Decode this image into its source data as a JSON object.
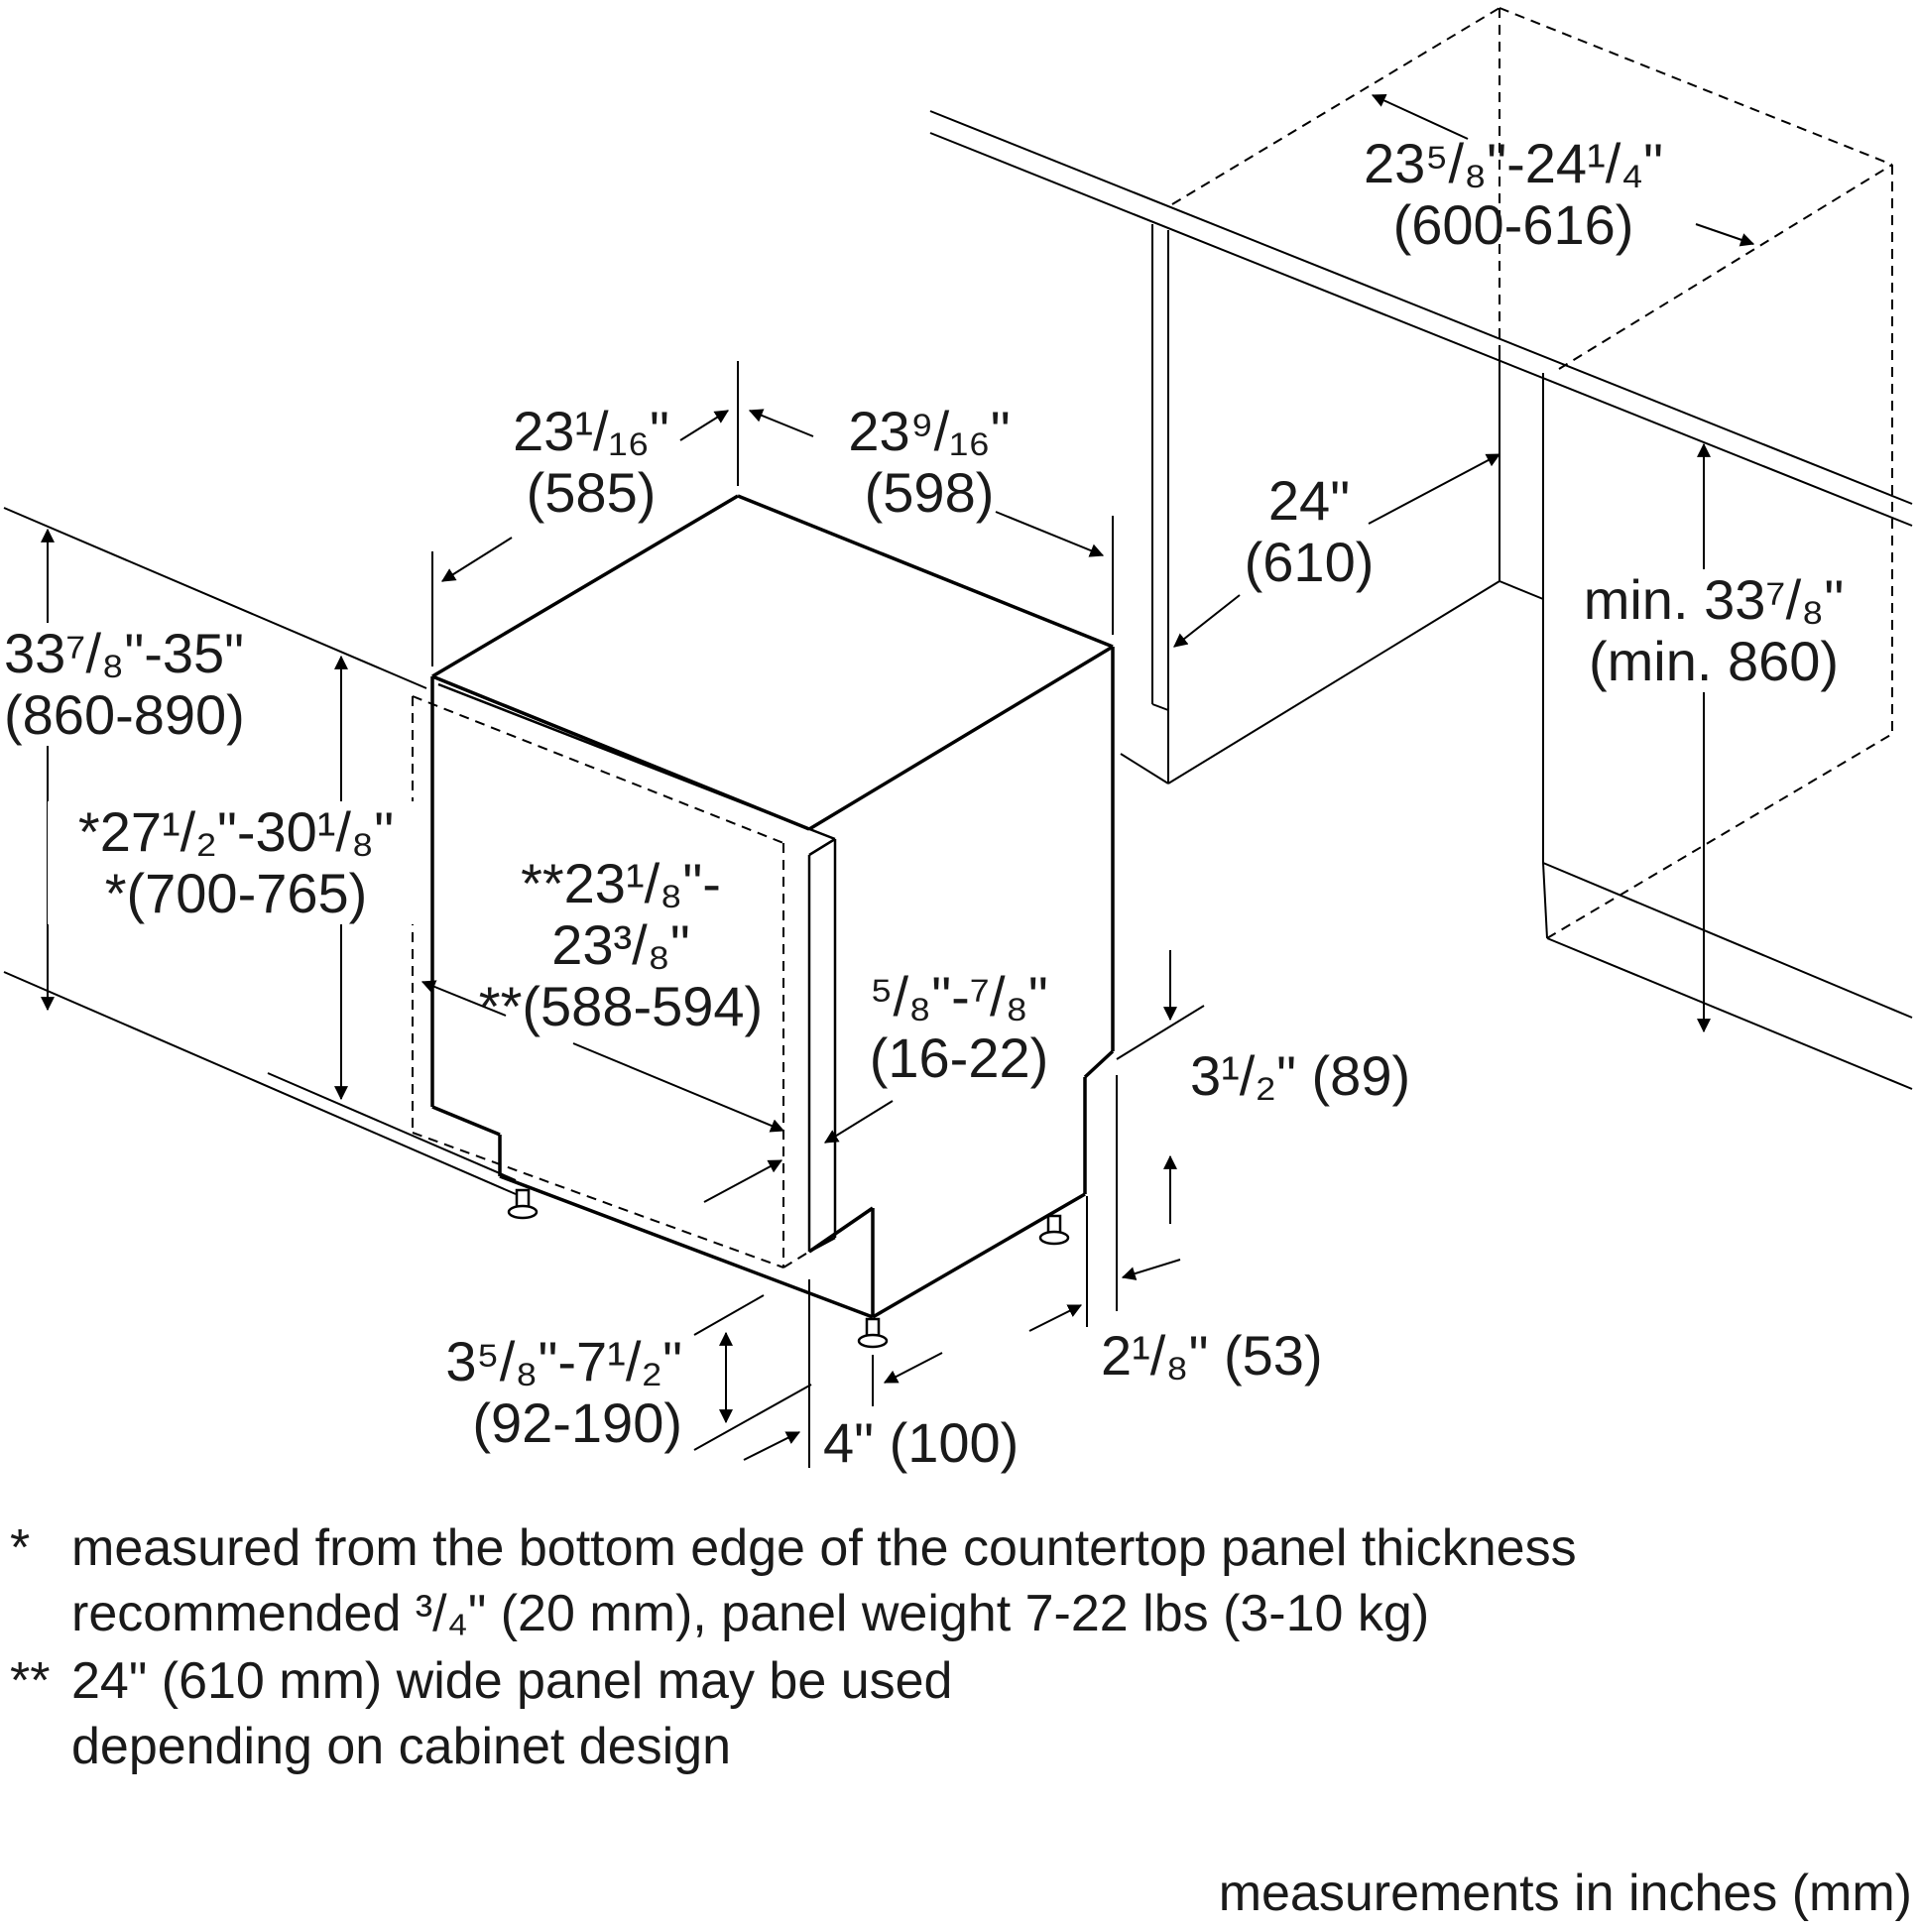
{
  "dimensions": {
    "cabinet_width": {
      "inch": "23⁵/₈\"-24¹/₄\"",
      "mm": "(600-616)"
    },
    "cabinet_depth": {
      "inch": "24\"",
      "mm": "(610)"
    },
    "cabinet_height": {
      "inch": "min. 33⁷/₈\"",
      "mm": "(min. 860)"
    },
    "appliance_depth_side": {
      "inch": "23¹/₁₆\"",
      "mm": "(585)"
    },
    "appliance_width_front": {
      "inch": "23⁹/₁₆\"",
      "mm": "(598)"
    },
    "overall_height": {
      "inch": "33⁷/₈\"-35\"",
      "mm": "(860-890)"
    },
    "panel_height": {
      "inch": "*27¹/₂\"-30¹/₈\"",
      "mm": "*(700-765)"
    },
    "panel_width": {
      "line1": "**23¹/₈\"-",
      "line2": "23³/₈\"",
      "mm": "**(588-594)"
    },
    "panel_thickness": {
      "inch": "⁵/₈\"-⁷/₈\"",
      "mm": "(16-22)"
    },
    "toe_kick_height": {
      "text": "3¹/₂\" (89)"
    },
    "toe_kick_offset": {
      "text": "2¹/₈\" (53)"
    },
    "plinth_height": {
      "inch": "3⁵/₈\"-7¹/₂\"",
      "mm": "(92-190)"
    },
    "plinth_depth": {
      "text": "4\" (100)"
    }
  },
  "notes": [
    {
      "mark": "*",
      "lines": [
        "measured from the bottom edge of the countertop panel thickness",
        "recommended ³/₄\" (20 mm), panel weight 7-22 lbs (3-10 kg)"
      ]
    },
    {
      "mark": "**",
      "lines": [
        "24\" (610 mm) wide panel may be used",
        "depending on cabinet design"
      ]
    }
  ],
  "units_note": "measurements in inches (mm)"
}
